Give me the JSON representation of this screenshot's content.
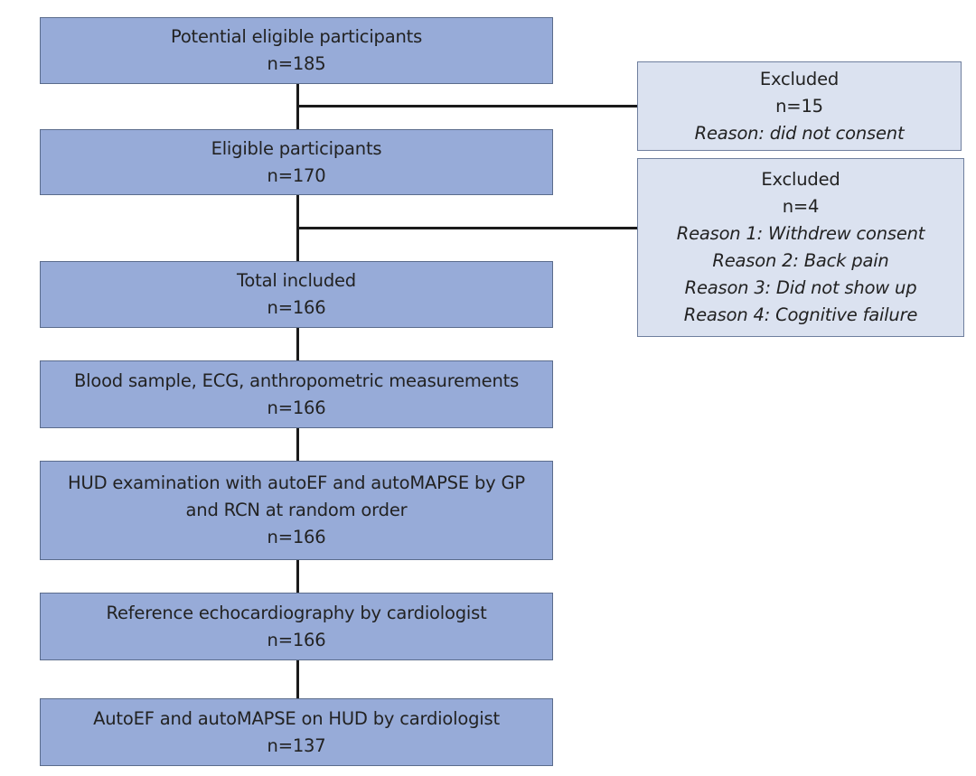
{
  "flow": [
    {
      "lines": [
        "Potential eligible participants",
        "n=185"
      ]
    },
    {
      "lines": [
        "Eligible participants",
        "n=170"
      ]
    },
    {
      "lines": [
        "Total included",
        "n=166"
      ]
    },
    {
      "lines": [
        "Blood sample, ECG, anthropometric measurements",
        "n=166"
      ]
    },
    {
      "lines": [
        "HUD examination with autoEF and autoMAPSE by GP",
        "and RCN at random order",
        "n=166"
      ]
    },
    {
      "lines": [
        "Reference echocardiography by cardiologist",
        "n=166"
      ]
    },
    {
      "lines": [
        "AutoEF and autoMAPSE on HUD by cardiologist",
        "n=137"
      ]
    }
  ],
  "excluded": [
    {
      "title": "Excluded",
      "count": "n=15",
      "reasons": [
        "Reason: did not consent"
      ]
    },
    {
      "title": "Excluded",
      "count": "n=4",
      "reasons": [
        "Reason 1: Withdrew consent",
        "Reason 2: Back pain",
        "Reason 3: Did not show up",
        "Reason 4: Cognitive failure"
      ]
    }
  ],
  "colors": {
    "main_box": "#97abd8",
    "side_box": "#dbe2f0",
    "connector": "#1a1a1a"
  }
}
